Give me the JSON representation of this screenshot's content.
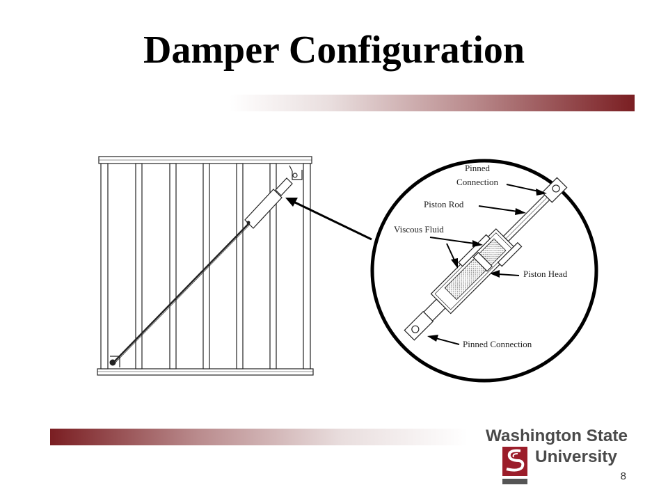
{
  "slide": {
    "title": "Damper Configuration",
    "page_number": "8"
  },
  "diagram": {
    "labels": {
      "pinned_connection_top_line1": "Pinned",
      "pinned_connection_top_line2": "Connection",
      "piston_rod": "Piston Rod",
      "viscous_fluid": "Viscous Fluid",
      "piston_head": "Piston Head",
      "pinned_connection_bottom": "Pinned Connection"
    }
  },
  "logo": {
    "line1": "Washington State",
    "line2": "University"
  }
}
